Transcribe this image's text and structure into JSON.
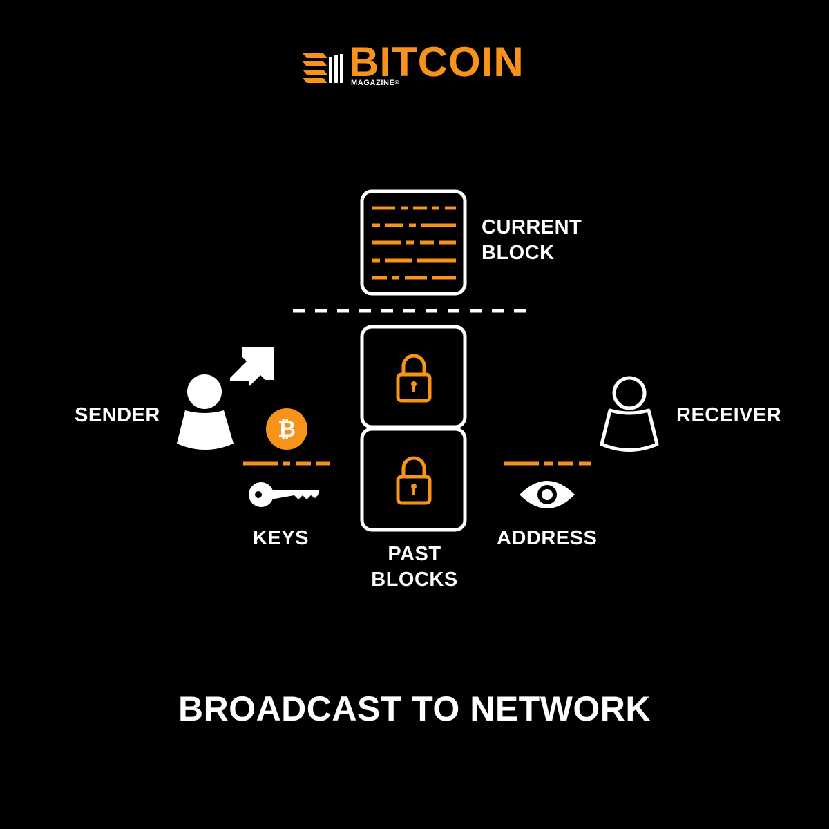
{
  "colors": {
    "background": "#000000",
    "accent": "#f7931a",
    "foreground": "#ffffff"
  },
  "logo": {
    "wordmark": "BITCOIN",
    "subtitle": "MAGAZINE",
    "registered": "®",
    "icon": "bitcoin-magazine-logo-icon"
  },
  "labels": {
    "current_block_line1": "CURRENT",
    "current_block_line2": "BLOCK",
    "sender": "SENDER",
    "receiver": "RECEIVER",
    "keys": "KEYS",
    "address": "ADDRESS",
    "past_blocks_line1": "PAST",
    "past_blocks_line2": "BLOCKS"
  },
  "caption": "BROADCAST TO NETWORK",
  "icons": [
    "sender-person-icon",
    "send-arrow-icon",
    "bitcoin-coin-icon",
    "key-icon",
    "receiver-person-icon",
    "eye-icon",
    "padlock-icon",
    "block-document-icon"
  ],
  "bitcoin_symbol": "₿"
}
